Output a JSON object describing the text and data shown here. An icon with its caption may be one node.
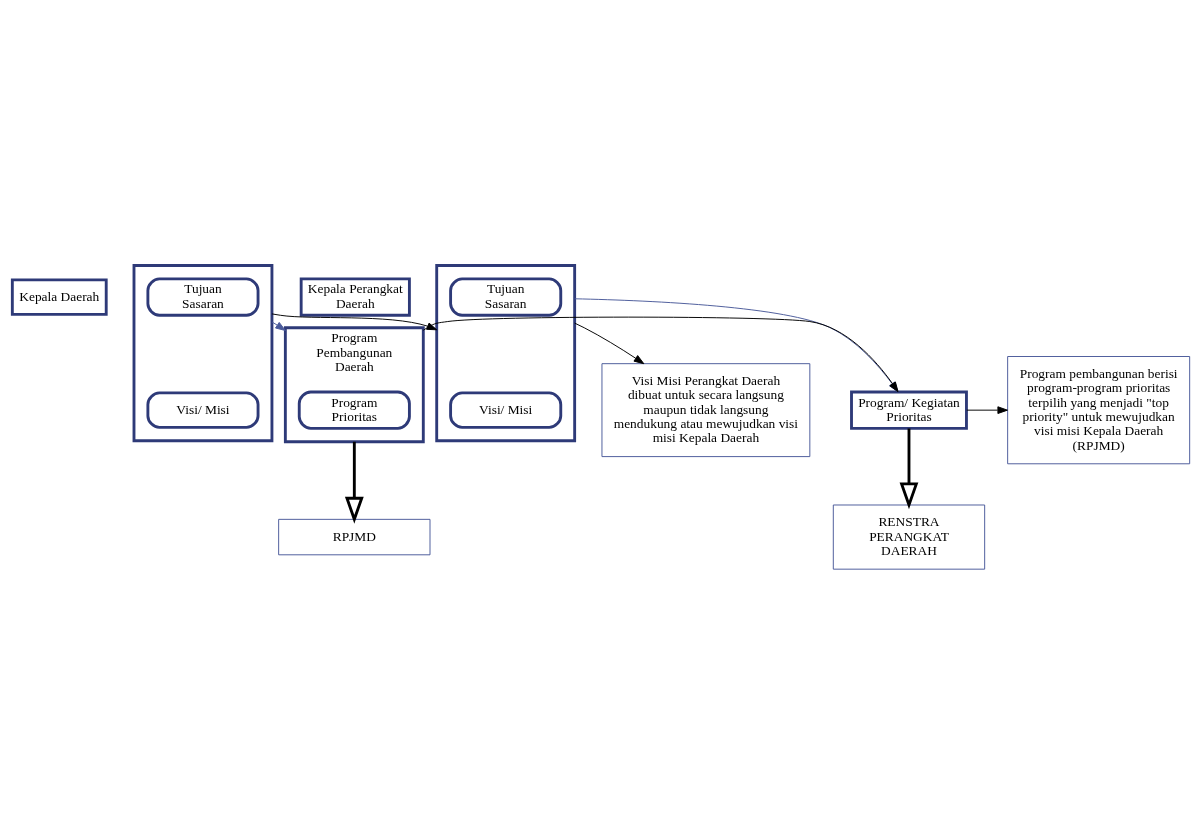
{
  "diagram": {
    "nodes": [
      {
        "text": [
          "Kepala Daerah"
        ]
      },
      {
        "text": [
          "Kepala Perangkat Daerah"
        ]
      },
      {
        "text": [],
        "shape": "box"
      },
      {
        "text": [
          "Visi/ Misi"
        ],
        "in": 2
      },
      {
        "text": [
          "Tujuan Sasaran"
        ],
        "in": 2
      },
      {
        "text": [],
        "shape": "box"
      },
      {
        "text": [
          "Visi/ Misi"
        ],
        "in": 5
      },
      {
        "text": [
          "Tujuan Sasaran"
        ],
        "in": 5
      },
      {
        "text": [
          "Visi Misi Perangkat Daerah dibuat untuk secara langsung maupun tidak langsung mendukung atau mewujudkan visi misi Kepala Daerah"
        ]
      },
      {
        "text": [
          "Program Pembangunan Daerah"
        ]
      },
      {
        "text": [
          "Program Prioritas"
        ],
        "in": 9
      },
      {
        "text": [
          "Program/ Kegiatan Prioritas"
        ]
      },
      {
        "text": [
          "Program pembangunan berisi program-program prioritas terpilih yang menjadi \"top priority\" untuk mewujudkan visi misi Kepala Daerah (RPJMD)"
        ]
      },
      {
        "text": [
          "RPJMD"
        ]
      },
      {
        "text": [
          "RENSTRA PERANGKAT DAERAH"
        ]
      }
    ],
    "edges": [
      {
        "from": 2,
        "to": 5,
        "arrow": "to"
      },
      {
        "from": 5,
        "to": 8,
        "arrow": "to"
      },
      {
        "from": 2,
        "to": 9,
        "arrow": "to",
        "color": "#4a5a9a"
      },
      {
        "from": 5,
        "to": 11,
        "arrow": "to",
        "color": "#4a5a9a"
      },
      {
        "from": 9,
        "to": 11,
        "arrow": "to"
      },
      {
        "from": 11,
        "to": 12,
        "arrow": "to"
      },
      {
        "from": 9,
        "to": 13,
        "arrow": "to",
        "style": "thick"
      },
      {
        "from": 11,
        "to": 14,
        "arrow": "to",
        "style": "thick"
      }
    ]
  }
}
